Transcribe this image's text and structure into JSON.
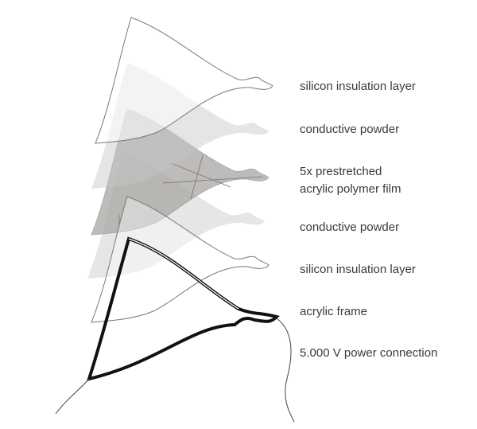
{
  "labels": {
    "top_insulation": "silicon insulation layer",
    "top_powder": "conductive powder",
    "film_line1": "5x prestretched",
    "film_line2": "acrylic polymer film",
    "bottom_powder": "conductive powder",
    "bottom_insulation": "silicon insulation layer",
    "frame": "acrylic frame",
    "power": "5.000 V power connection"
  },
  "colors": {
    "outline": "#777777",
    "powder": "#9a9a9a",
    "film": "#a9a6a3",
    "frame": "#111111",
    "text": "#3a3a3a"
  }
}
